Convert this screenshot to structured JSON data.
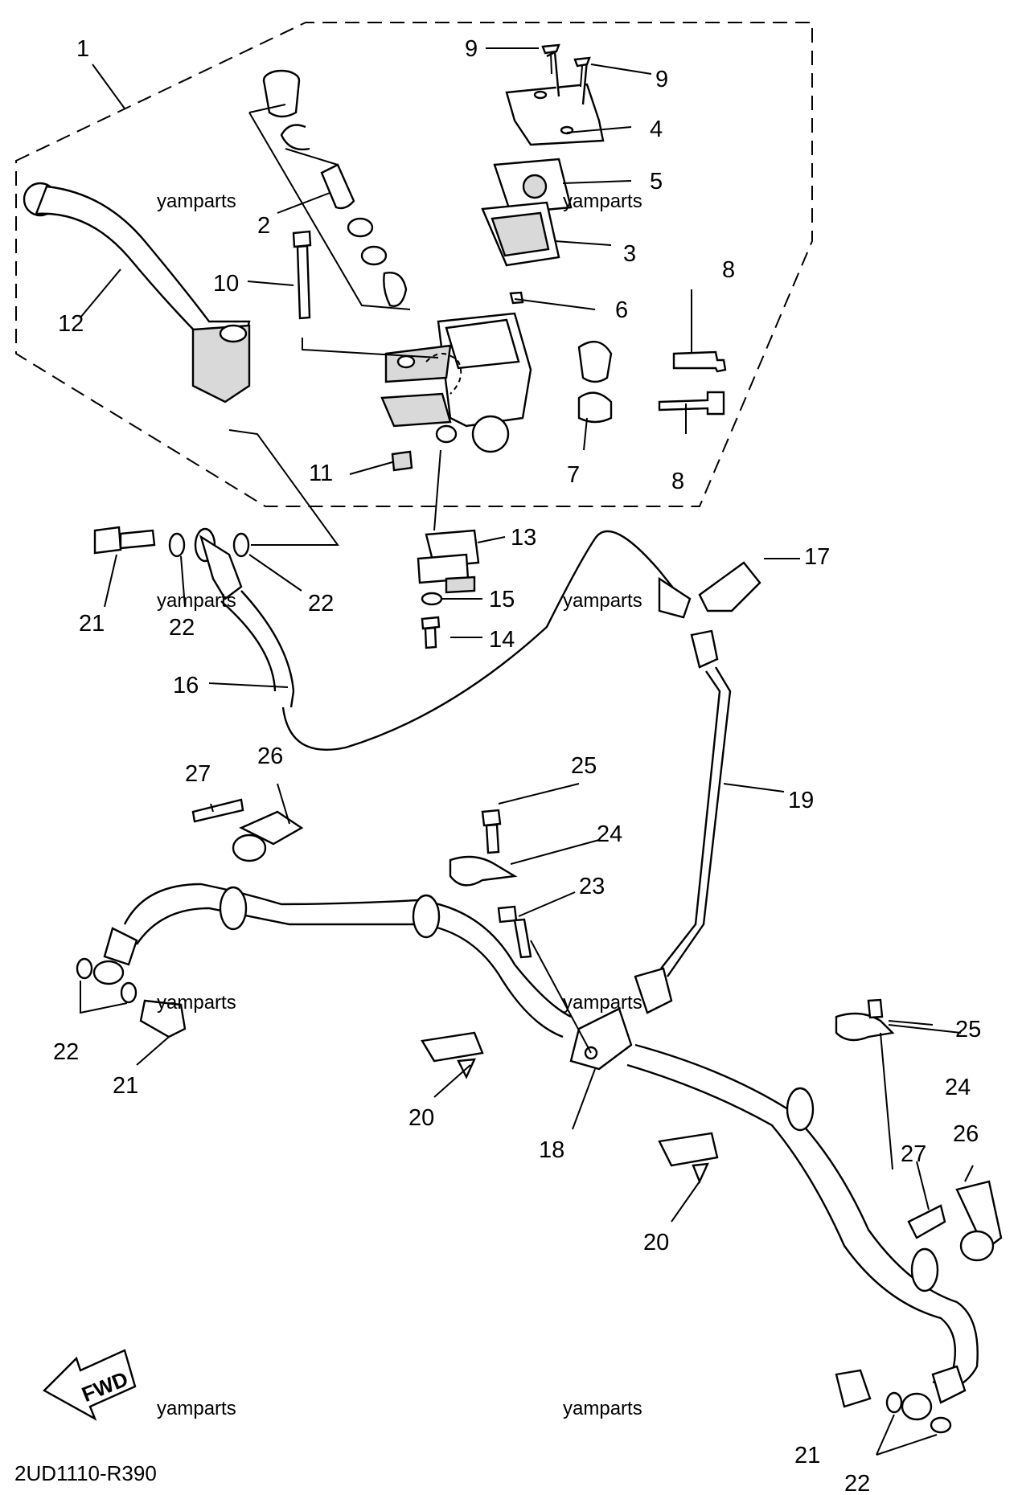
{
  "diagram_code": "2UD1110-R390",
  "fwd_label": "FWD",
  "watermark": "yamparts",
  "callouts": {
    "c1": "1",
    "c2": "2",
    "c3": "3",
    "c4": "4",
    "c5": "5",
    "c6": "6",
    "c7": "7",
    "c8a": "8",
    "c8b": "8",
    "c9a": "9",
    "c9b": "9",
    "c10": "10",
    "c11": "11",
    "c12": "12",
    "c13": "13",
    "c14": "14",
    "c15": "15",
    "c16": "16",
    "c17": "17",
    "c18": "18",
    "c19": "19",
    "c20a": "20",
    "c20b": "20",
    "c21a": "21",
    "c21b": "21",
    "c21c": "21",
    "c22a": "22",
    "c22b": "22",
    "c22c": "22",
    "c22d": "22",
    "c23": "23",
    "c24a": "24",
    "c24b": "24",
    "c25a": "25",
    "c25b": "25",
    "c26a": "26",
    "c26b": "26",
    "c27a": "27",
    "c27b": "27"
  },
  "icons": {
    "fwd_arrow": "fwd-arrow-icon"
  }
}
